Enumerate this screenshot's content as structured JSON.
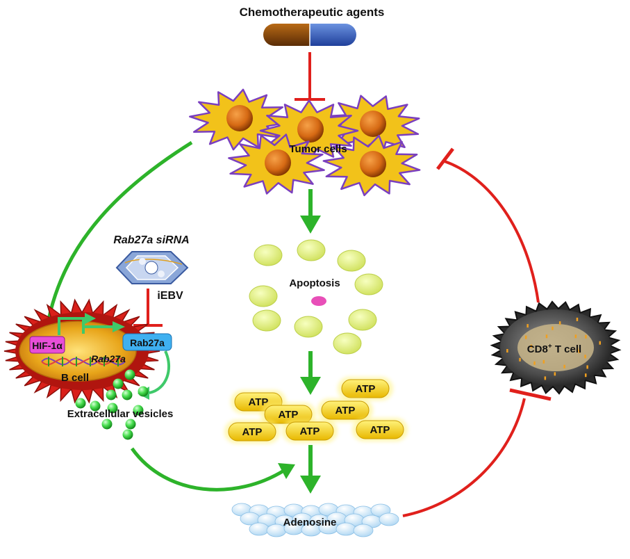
{
  "labels": {
    "chemo": "Chemotherapeutic agents",
    "tumor": "Tumor cells",
    "apoptosis": "Apoptosis",
    "sirna": "Rab27a siRNA",
    "iebv": "iEBV",
    "hif": "HIF-1α",
    "rab27a_box": "Rab27a",
    "rab27a_gene": "Rab27a",
    "bcell": "B cell",
    "ev": "Extracellular vesicles",
    "adenosine": "Adenosine",
    "cd8_prefix": "CD8",
    "cd8_sup": "+",
    "cd8_suffix": " T cell"
  },
  "atp_label": "ATP",
  "colors": {
    "activation": "#2db32a",
    "inhibition": "#e0201c",
    "tumor_fill": "#f2c21a",
    "tumor_outline": "#7a3fbf",
    "atp_fill": "#f5d20f",
    "vesicle": "#3fe04a",
    "apoptotic_body": "#dcee7a"
  }
}
